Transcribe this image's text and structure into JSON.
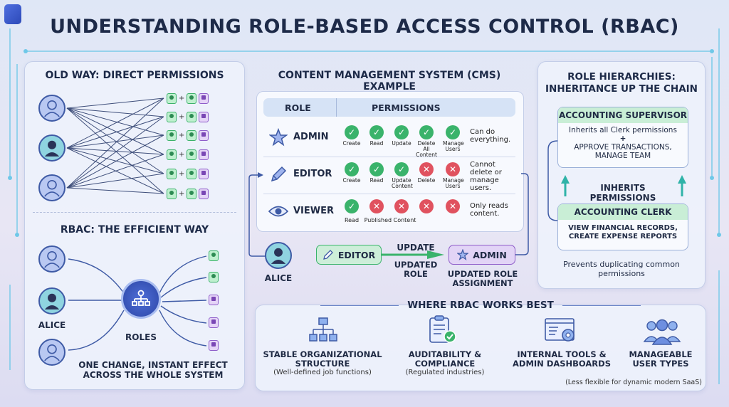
{
  "title": "UNDERSTANDING ROLE-BASED ACCESS CONTROL (RBAC)",
  "left": {
    "old_title": "OLD WAY: DIRECT PERMISSIONS",
    "rbac_title": "RBAC: THE EFFICIENT WAY",
    "alice_label": "ALICE",
    "roles_label": "ROLES",
    "caption_line1": "ONE CHANGE, INSTANT EFFECT",
    "caption_line2": "ACROSS THE WHOLE SYSTEM",
    "plus": "+"
  },
  "cms": {
    "title": "CONTENT MANAGEMENT SYSTEM (CMS) EXAMPLE",
    "col_role": "ROLE",
    "col_permissions": "PERMISSIONS",
    "rows": [
      {
        "role": "ADMIN",
        "icon": "star-icon",
        "perms": [
          {
            "label": "Create",
            "ok": true
          },
          {
            "label": "Read",
            "ok": true
          },
          {
            "label": "Update",
            "ok": true
          },
          {
            "label": "Delete All Content",
            "ok": true
          },
          {
            "label": "Manage Users",
            "ok": true
          }
        ],
        "desc": "Can do everything."
      },
      {
        "role": "EDITOR",
        "icon": "pencil-icon",
        "perms": [
          {
            "label": "Create",
            "ok": true
          },
          {
            "label": "Read",
            "ok": true
          },
          {
            "label": "Update Content",
            "ok": true
          },
          {
            "label": "Delete",
            "ok": false
          },
          {
            "label": "Manage Users",
            "ok": false
          }
        ],
        "desc": "Cannot delete or manage users."
      },
      {
        "role": "VIEWER",
        "icon": "eye-icon",
        "perms": [
          {
            "label": "Read",
            "ok": true
          },
          {
            "label": "Published Content",
            "ok": false
          },
          {
            "label": "",
            "ok": false
          },
          {
            "label": "",
            "ok": false
          },
          {
            "label": "",
            "ok": false
          }
        ],
        "desc": "Only reads content."
      }
    ],
    "flow": {
      "user": "ALICE",
      "from_role": "EDITOR",
      "arrow_label": "UPDATE",
      "updated_role_line1": "UPDATED",
      "updated_role_line2": "ROLE",
      "to_role": "ADMIN",
      "assignment_line1": "UPDATED ROLE",
      "assignment_line2": "ASSIGNMENT"
    }
  },
  "hierarchy": {
    "title_line1": "ROLE HIERARCHIES:",
    "title_line2": "INHERITANCE UP THE CHAIN",
    "supervisor": {
      "name": "ACCOUNTING SUPERVISOR",
      "line1": "Inherits all Clerk permissions",
      "plus": "+",
      "line2": "APPROVE TRANSACTIONS,",
      "line3": "MANAGE TEAM"
    },
    "inherits_label": "INHERITS PERMISSIONS",
    "clerk": {
      "name": "ACCOUNTING CLERK",
      "line1": "VIEW FINANCIAL RECORDS,",
      "line2": "CREATE EXPENSE REPORTS"
    },
    "note_line1": "Prevents duplicating common",
    "note_line2": "permissions"
  },
  "best": {
    "title": "WHERE RBAC WORKS BEST",
    "items": [
      {
        "icon": "org-chart-icon",
        "line1": "STABLE ORGANIZATIONAL",
        "line2": "STRUCTURE",
        "sub": "(Well-defined job functions)"
      },
      {
        "icon": "clipboard-check-icon",
        "line1": "AUDITABILITY &",
        "line2": "COMPLIANCE",
        "sub": "(Regulated industries)"
      },
      {
        "icon": "dashboard-gear-icon",
        "line1": "INTERNAL TOOLS &",
        "line2": "ADMIN DASHBOARDS",
        "sub": ""
      },
      {
        "icon": "user-group-icon",
        "line1": "MANAGEABLE",
        "line2": "USER TYPES",
        "sub": ""
      }
    ],
    "footnote": "(Less flexible for dynamic modern SaaS)"
  },
  "colors": {
    "accent": "#3e5aa5",
    "green": "#3ab36b",
    "red": "#e0525f",
    "purple": "#8e5cc9",
    "teal": "#2fb3a8"
  }
}
